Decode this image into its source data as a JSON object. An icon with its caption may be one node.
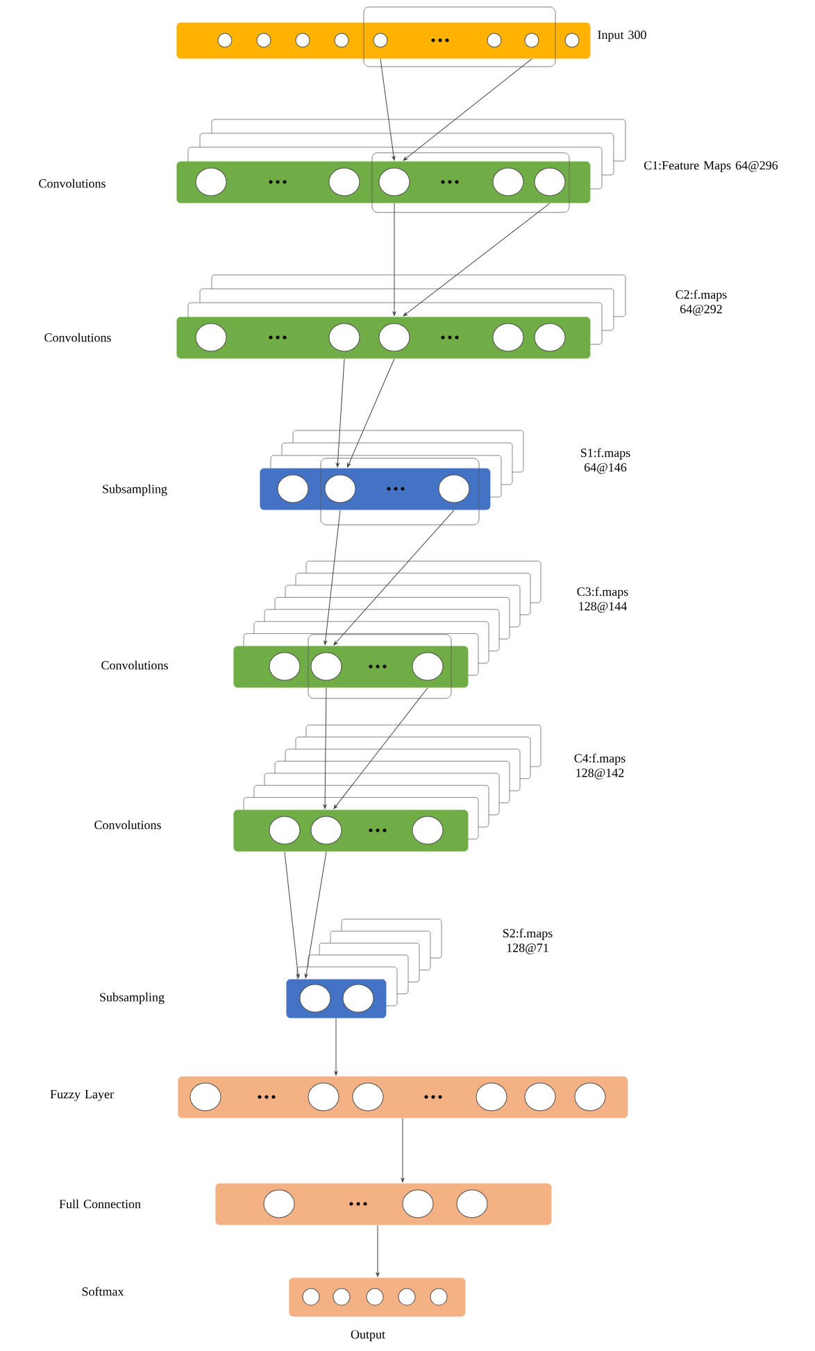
{
  "diagram": {
    "nodes": [
      {
        "text": [],
        "shape": "bar"
      },
      {
        "text": [],
        "shape": "bar"
      },
      {
        "text": [],
        "shape": "bar"
      },
      {
        "text": [],
        "shape": "bar"
      },
      {
        "text": [],
        "shape": "bar"
      },
      {
        "text": [],
        "shape": "bar"
      },
      {
        "text": [],
        "shape": "bar"
      },
      {
        "text": [],
        "shape": "bar"
      },
      {
        "text": [],
        "shape": "bar"
      },
      {
        "text": [],
        "shape": "bar"
      }
    ],
    "edges": [
      {
        "from": 0,
        "to": 1,
        "arrow": "to"
      },
      {
        "from": 0,
        "to": 1,
        "arrow": "to"
      },
      {
        "from": 1,
        "to": 2,
        "arrow": "to"
      },
      {
        "from": 1,
        "to": 2,
        "arrow": "to"
      },
      {
        "from": 2,
        "to": 3,
        "arrow": "to"
      },
      {
        "from": 2,
        "to": 3,
        "arrow": "to"
      },
      {
        "from": 3,
        "to": 4,
        "arrow": "to"
      },
      {
        "from": 3,
        "to": 4,
        "arrow": "to"
      },
      {
        "from": 4,
        "to": 5,
        "arrow": "to"
      },
      {
        "from": 4,
        "to": 5,
        "arrow": "to"
      },
      {
        "from": 5,
        "to": 6,
        "arrow": "to"
      },
      {
        "from": 5,
        "to": 6,
        "arrow": "to"
      },
      {
        "from": 6,
        "to": 7,
        "arrow": "to"
      },
      {
        "from": 7,
        "to": 8,
        "arrow": "to"
      },
      {
        "from": 8,
        "to": 9,
        "arrow": "to"
      }
    ],
    "labels": [
      "Input 300",
      "C1:Feature Maps 64@296",
      "Convolutions",
      "C2:f.maps 64@292",
      "Convolutions",
      "S1:f.maps 64@146",
      "Subsampling",
      "C3:f.maps 128@144",
      "Convolutions",
      "C4:f.maps 128@142",
      "Convolutions",
      "S2:f.maps 128@71",
      "Subsampling",
      "Fuzzy Layer",
      "Full Connection",
      "Softmax",
      "Output"
    ]
  }
}
